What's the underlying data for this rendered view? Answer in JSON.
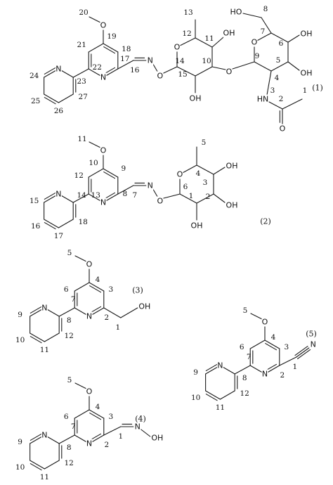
{
  "labels": {
    "N": "N",
    "O": "O",
    "OH": "OH",
    "HO": "HO",
    "HN": "HN"
  },
  "compounds": [
    {
      "tag": "(1)",
      "numbers": [
        "1",
        "2",
        "3",
        "4",
        "5",
        "6",
        "7",
        "8",
        "9",
        "10",
        "11",
        "12",
        "13",
        "14",
        "15",
        "16",
        "17",
        "18",
        "19",
        "20",
        "21",
        "22",
        "23",
        "24",
        "25",
        "26",
        "27"
      ]
    },
    {
      "tag": "(2)",
      "numbers": [
        "1",
        "2",
        "3",
        "4",
        "5",
        "6",
        "7",
        "8",
        "9",
        "10",
        "11",
        "12",
        "13",
        "14",
        "15",
        "16",
        "17",
        "18"
      ]
    },
    {
      "tag": "(3)",
      "numbers": [
        "1",
        "2",
        "3",
        "4",
        "5",
        "6",
        "7",
        "8",
        "9",
        "10",
        "11",
        "12"
      ]
    },
    {
      "tag": "(4)",
      "numbers": [
        "1",
        "2",
        "3",
        "4",
        "5",
        "6",
        "7",
        "8",
        "9",
        "10",
        "11",
        "12"
      ]
    },
    {
      "tag": "(5)",
      "numbers": [
        "1",
        "2",
        "3",
        "4",
        "5",
        "6",
        "7",
        "8",
        "9",
        "10",
        "11",
        "12"
      ]
    }
  ]
}
